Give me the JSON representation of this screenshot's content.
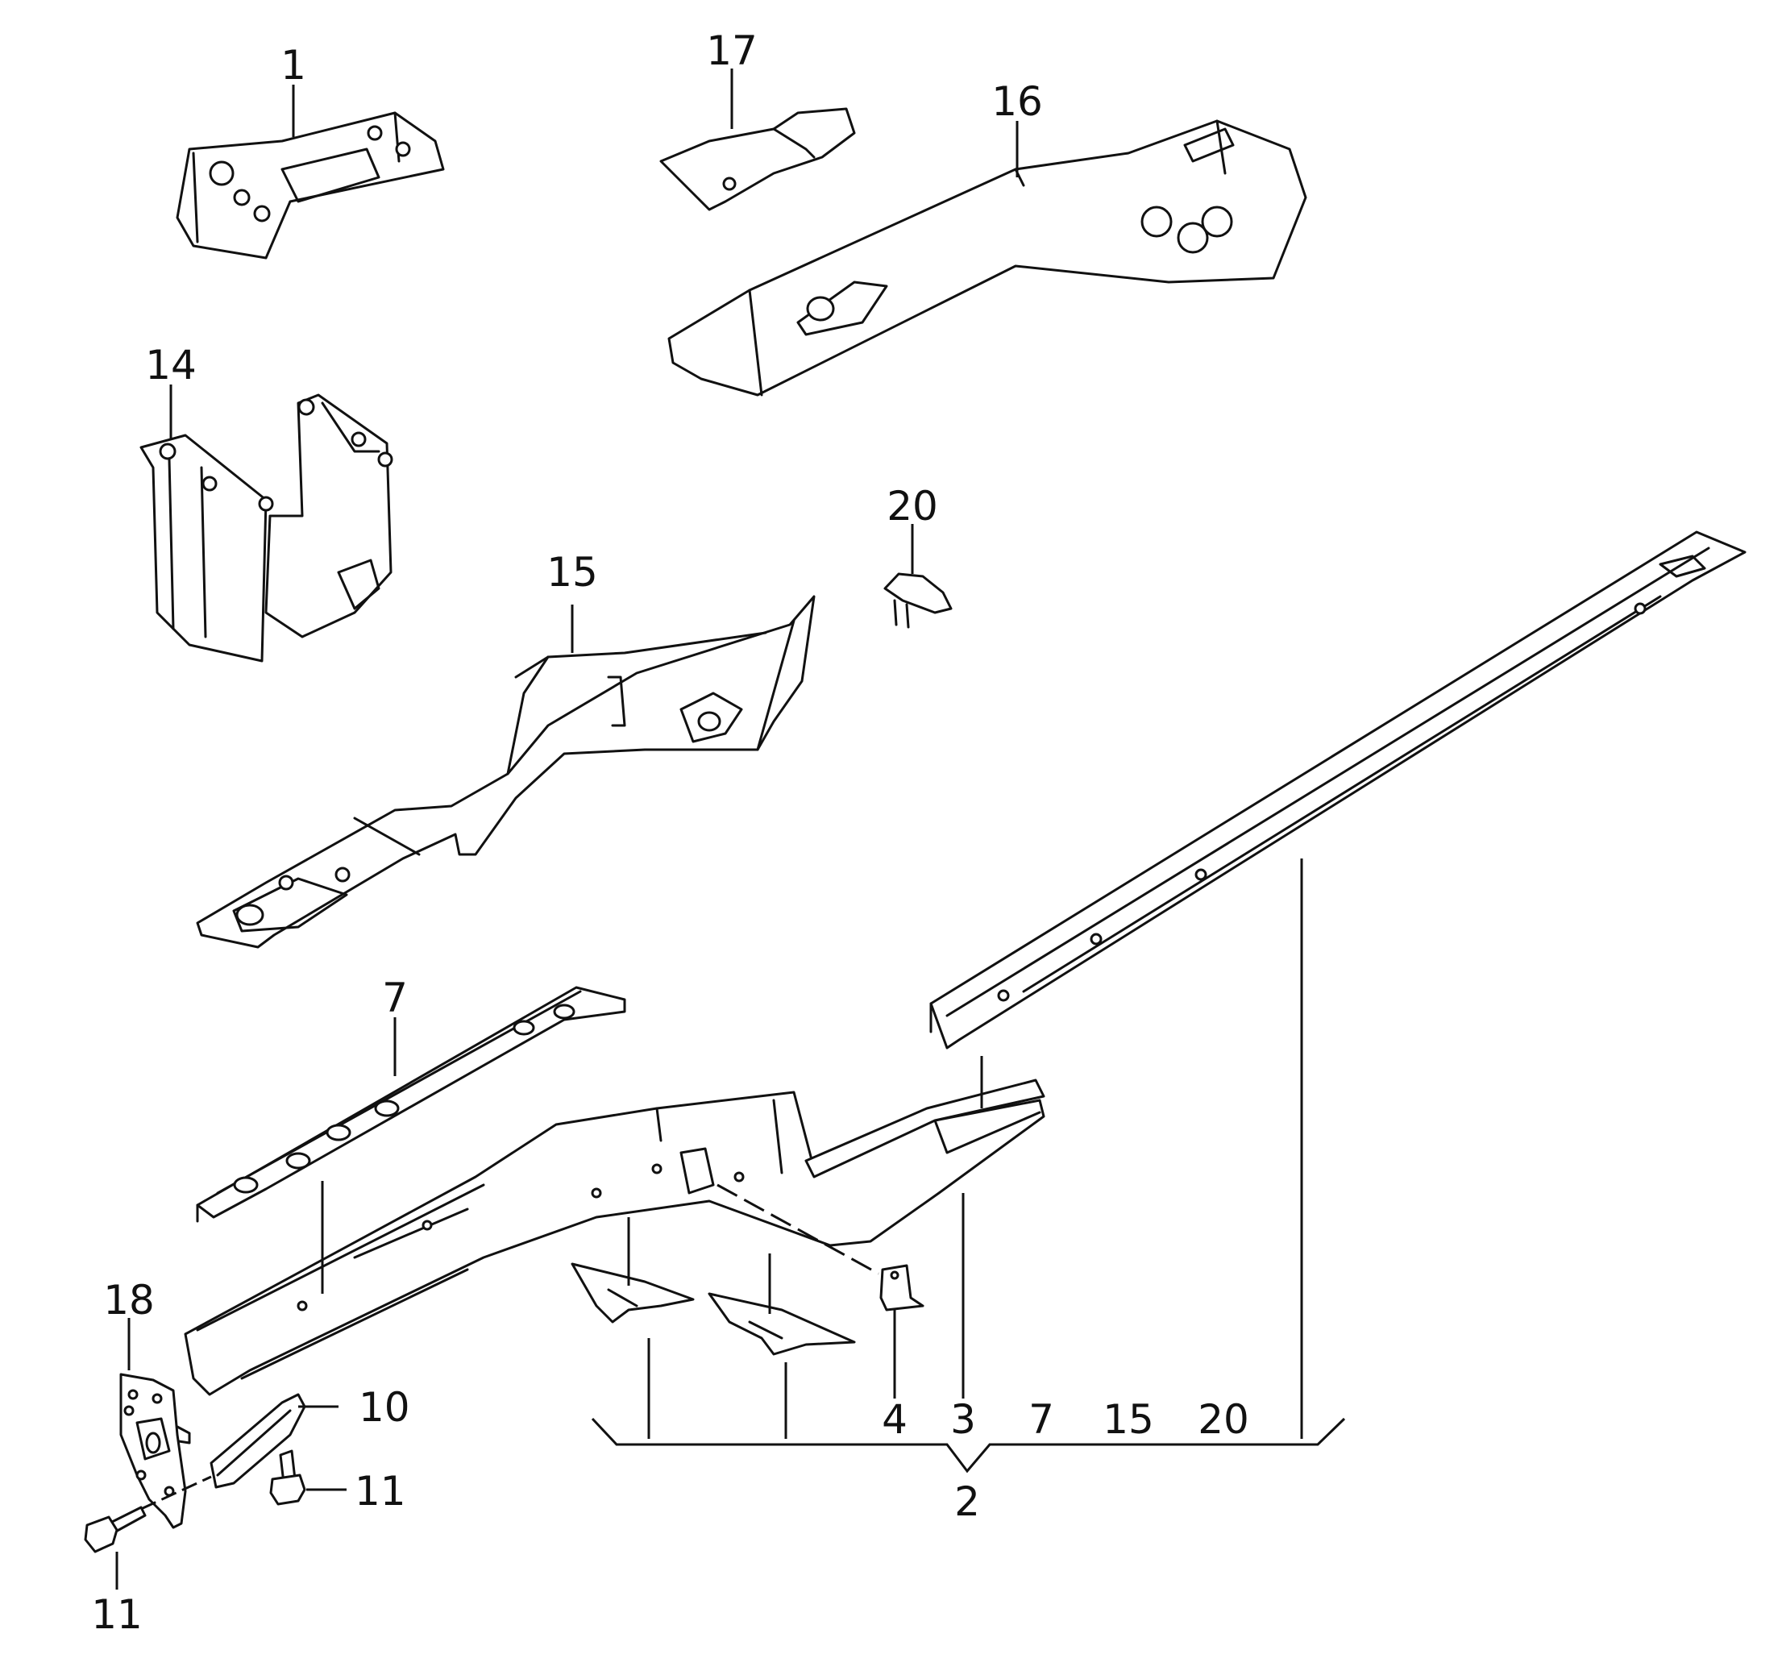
{
  "callouts": {
    "c1": "1",
    "c2": "2",
    "c3": "3",
    "c4": "4",
    "c7": "7",
    "c10": "10",
    "c11a": "11",
    "c11b": "11",
    "c14": "14",
    "c15": "15",
    "c16": "16",
    "c17": "17",
    "c18": "18",
    "c20": "20",
    "g2_3": "3",
    "g2_4": "4",
    "g2_7": "7",
    "g2_15": "15",
    "g2_20": "20"
  }
}
